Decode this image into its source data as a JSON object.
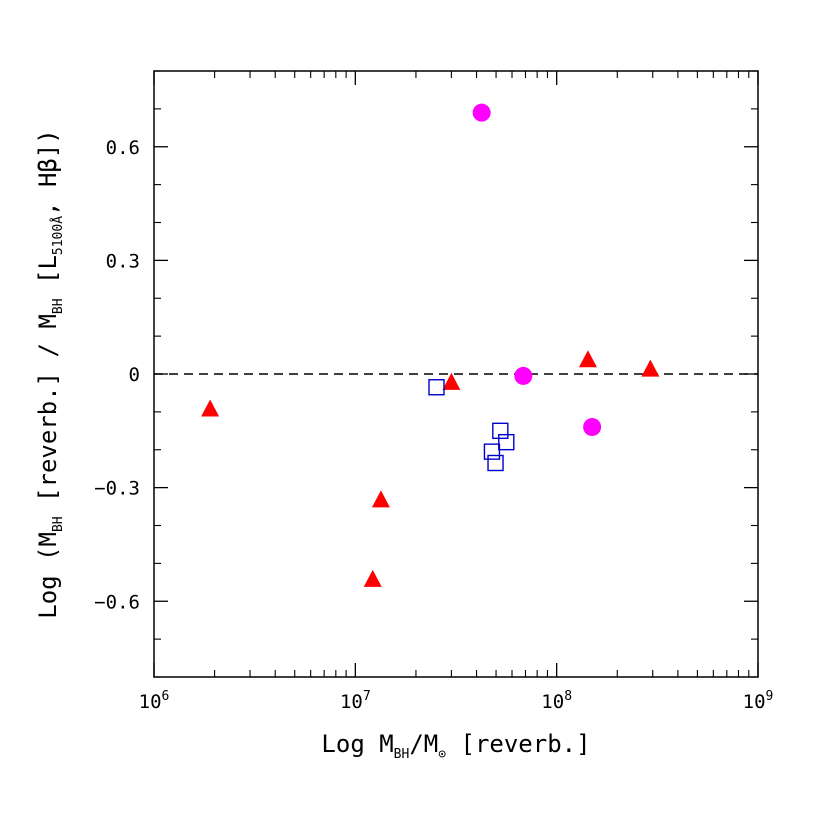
{
  "chart_data": {
    "type": "scatter",
    "x_scale": "log",
    "xlim": [
      1000000,
      1000000000
    ],
    "ylim": [
      -0.8,
      0.8
    ],
    "x_ticks": [
      {
        "value": 1000000,
        "base": "10",
        "exp": "6"
      },
      {
        "value": 10000000,
        "base": "10",
        "exp": "7"
      },
      {
        "value": 100000000,
        "base": "10",
        "exp": "8"
      },
      {
        "value": 1000000000,
        "base": "10",
        "exp": "9"
      }
    ],
    "y_ticks": [
      {
        "value": -0.6,
        "label": "−0.6"
      },
      {
        "value": -0.3,
        "label": "−0.3"
      },
      {
        "value": 0,
        "label": "0"
      },
      {
        "value": 0.3,
        "label": "0.3"
      },
      {
        "value": 0.6,
        "label": "0.6"
      }
    ],
    "reference_line": {
      "y": 0,
      "style": "dashed"
    },
    "xlabel": {
      "prefix": "Log M",
      "sub": "BH",
      "mid": "/M",
      "sub2": "⊙",
      "suffix": " [reverb.]"
    },
    "ylabel": {
      "p1": "Log (M",
      "s1": "BH",
      "p2": " [reverb.] / M",
      "s2": "BH",
      "p3": " [L",
      "s3": "5100Å",
      "p4": ", Hβ])"
    },
    "grid": false,
    "series": [
      {
        "marker": "triangle",
        "color": "#ff0000",
        "points": [
          {
            "x": 1900000,
            "y": -0.095
          },
          {
            "x": 12200000,
            "y": -0.545
          },
          {
            "x": 13400000,
            "y": -0.335
          },
          {
            "x": 30000000,
            "y": -0.025
          },
          {
            "x": 143000000,
            "y": 0.035
          },
          {
            "x": 292000000,
            "y": 0.01
          }
        ]
      },
      {
        "marker": "open-square",
        "color": "#0000cc",
        "points": [
          {
            "x": 25300000,
            "y": -0.035
          },
          {
            "x": 47700000,
            "y": -0.205
          },
          {
            "x": 49700000,
            "y": -0.235
          },
          {
            "x": 52500000,
            "y": -0.15
          },
          {
            "x": 56200000,
            "y": -0.18
          }
        ]
      },
      {
        "marker": "filled-circle",
        "color": "#ff00ff",
        "points": [
          {
            "x": 42400000,
            "y": 0.69
          },
          {
            "x": 68300000,
            "y": -0.005
          },
          {
            "x": 150000000,
            "y": -0.14
          }
        ]
      }
    ]
  }
}
